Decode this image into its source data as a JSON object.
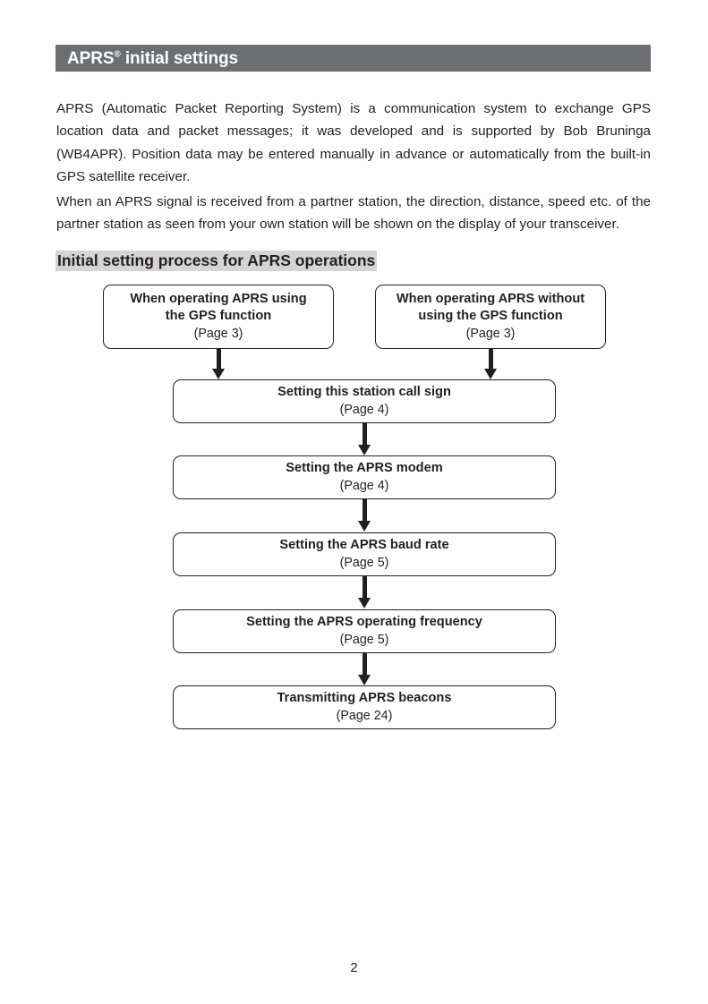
{
  "header": {
    "title_main": "APRS",
    "title_sup": "®",
    "title_rest": " initial settings"
  },
  "body": {
    "paragraph_1": "APRS (Automatic Packet Reporting System) is a communication system to exchange GPS location data and packet messages; it was developed and is supported by Bob Bruninga (WB4APR). Position data may be entered manually in advance or automatically from the built-in GPS satellite receiver.",
    "paragraph_2": "When an APRS signal is received from a partner station, the direction, distance, speed etc. of the partner station as seen from your own station will be shown on the display of your transceiver."
  },
  "subheading": "Initial setting process for APRS operations",
  "flowchart": {
    "top_left": {
      "title": "When operating APRS using\nthe GPS function",
      "page": "(Page 3)"
    },
    "top_right": {
      "title": "When operating APRS without\nusing the GPS function",
      "page": "(Page 3)"
    },
    "steps": [
      {
        "title": "Setting this station call sign",
        "page": "(Page 4)"
      },
      {
        "title": "Setting the APRS modem",
        "page": "(Page 4)"
      },
      {
        "title": "Setting the APRS baud rate",
        "page": "(Page 5)"
      },
      {
        "title": "Setting the APRS operating frequency",
        "page": "(Page 5)"
      },
      {
        "title": "Transmitting APRS beacons",
        "page": "(Page 24)"
      }
    ]
  },
  "footer": {
    "page_number": "2"
  },
  "colors": {
    "header_bar": "#6d6e71",
    "header_text": "#ffffff",
    "text": "#231f20",
    "highlight": "#d4d4d4",
    "box_border": "#231f20",
    "page_background": "#ffffff"
  }
}
